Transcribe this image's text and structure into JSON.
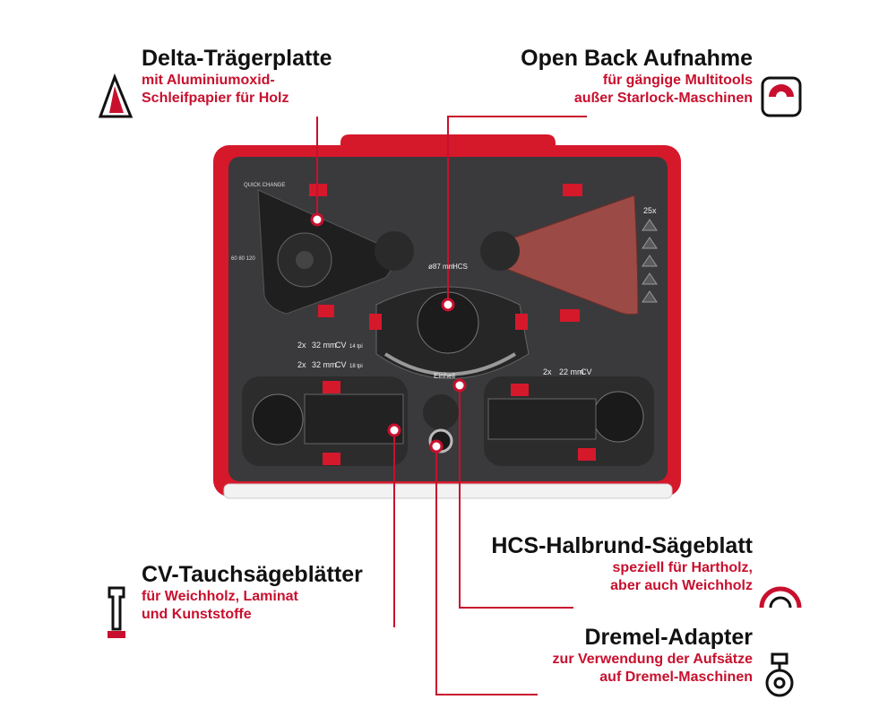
{
  "colors": {
    "accent": "#c8102e",
    "case_red": "#d6182b",
    "foam": "#3a3a3c",
    "text": "#111111"
  },
  "callouts": {
    "delta": {
      "title": "Delta-Trägerplatte",
      "line1": "mit Aluminiumoxid-",
      "line2": "Schleifpapier für Holz",
      "icon": "delta-sanding-pad-icon"
    },
    "open_back": {
      "title": "Open Back Aufnahme",
      "line1": "für gängige Multitools",
      "line2": "außer Starlock-Maschinen",
      "icon": "open-back-mount-icon"
    },
    "cv": {
      "title": "CV-Tauchsägeblätter",
      "line1": "für Weichholz, Laminat",
      "line2": "und Kunststoffe",
      "icon": "plunge-saw-blade-icon"
    },
    "hcs": {
      "title": "HCS-Halbrund-Sägeblatt",
      "line1": "speziell für Hartholz,",
      "line2": "aber auch Weichholz",
      "icon": "segment-saw-blade-icon"
    },
    "dremel": {
      "title": "Dremel-Adapter",
      "line1": "zur Verwendung der Aufsätze",
      "line2": "auf Dremel-Maschinen",
      "icon": "adapter-icon"
    }
  },
  "case_labels": {
    "quick_change": "QUICK CHANGE",
    "sanding_count": "25x",
    "hcs_diameter": "ø87 mm",
    "hcs_code": "HCS",
    "brand": "Einhell",
    "blade_32_14": [
      "2x",
      "32 mm",
      "CV",
      "14 tpi"
    ],
    "blade_32_18": [
      "2x",
      "32 mm",
      "CV",
      "18 tpi"
    ],
    "blade_22": [
      "2x",
      "22 mm",
      "CV"
    ],
    "grit": "60 80 120"
  }
}
